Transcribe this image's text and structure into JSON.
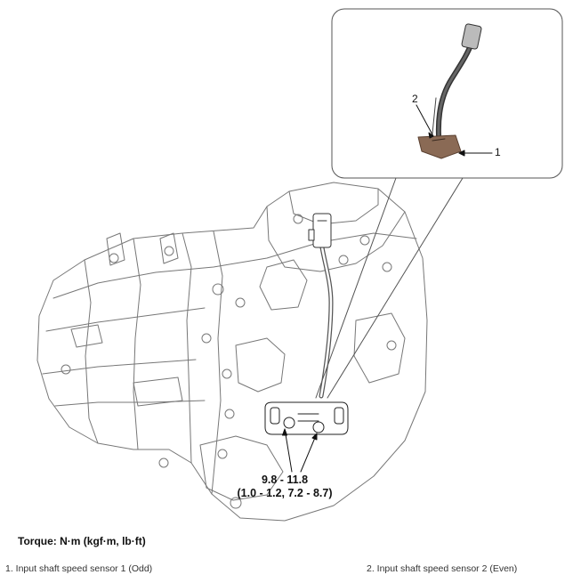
{
  "callouts": [
    {
      "num": "1"
    },
    {
      "num": "2"
    }
  ],
  "torque_value": "9.8 - 11.8",
  "torque_conversion": "(1.0 - 1.2, 7.2 - 8.7)",
  "torque_title": "Torque: N·m (kgf·m, lb·ft)",
  "legend": [
    "1. Input shaft speed sensor 1 (Odd)",
    "2. Input shaft speed sensor 2 (Even)"
  ]
}
